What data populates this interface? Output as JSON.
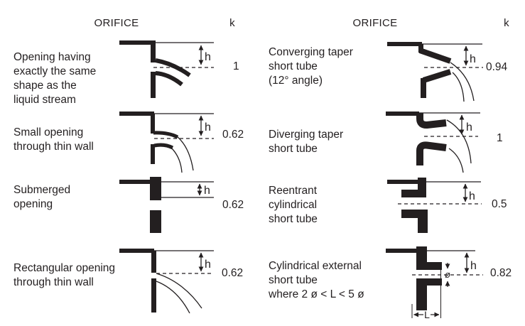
{
  "colors": {
    "ink": "#231f20",
    "background": "#ffffff"
  },
  "headers": {
    "orifice_left": "ORIFICE",
    "k_left": "k",
    "orifice_right": "ORIFICE",
    "k_right": "k"
  },
  "dimension_labels": {
    "head": "h",
    "diameter": "ø",
    "length": "L"
  },
  "rows": {
    "left": [
      {
        "label": "Opening having\nexactly the same\nshape as the\nliquid stream",
        "k": "1"
      },
      {
        "label": "Small opening\nthrough thin wall",
        "k": "0.62"
      },
      {
        "label": "Submerged\nopening",
        "k": "0.62"
      },
      {
        "label": "Rectangular opening\nthrough thin wall",
        "k": "0.62"
      }
    ],
    "right": [
      {
        "label": "Converging taper\nshort tube\n(12° angle)",
        "k": "0.94"
      },
      {
        "label": "Diverging taper\nshort tube",
        "k": "1"
      },
      {
        "label": "Reentrant\ncylindrical\nshort tube",
        "k": "0.5"
      },
      {
        "label": "Cylindrical external\nshort tube\nwhere 2 ø < L < 5 ø",
        "k": "0.82"
      }
    ]
  }
}
